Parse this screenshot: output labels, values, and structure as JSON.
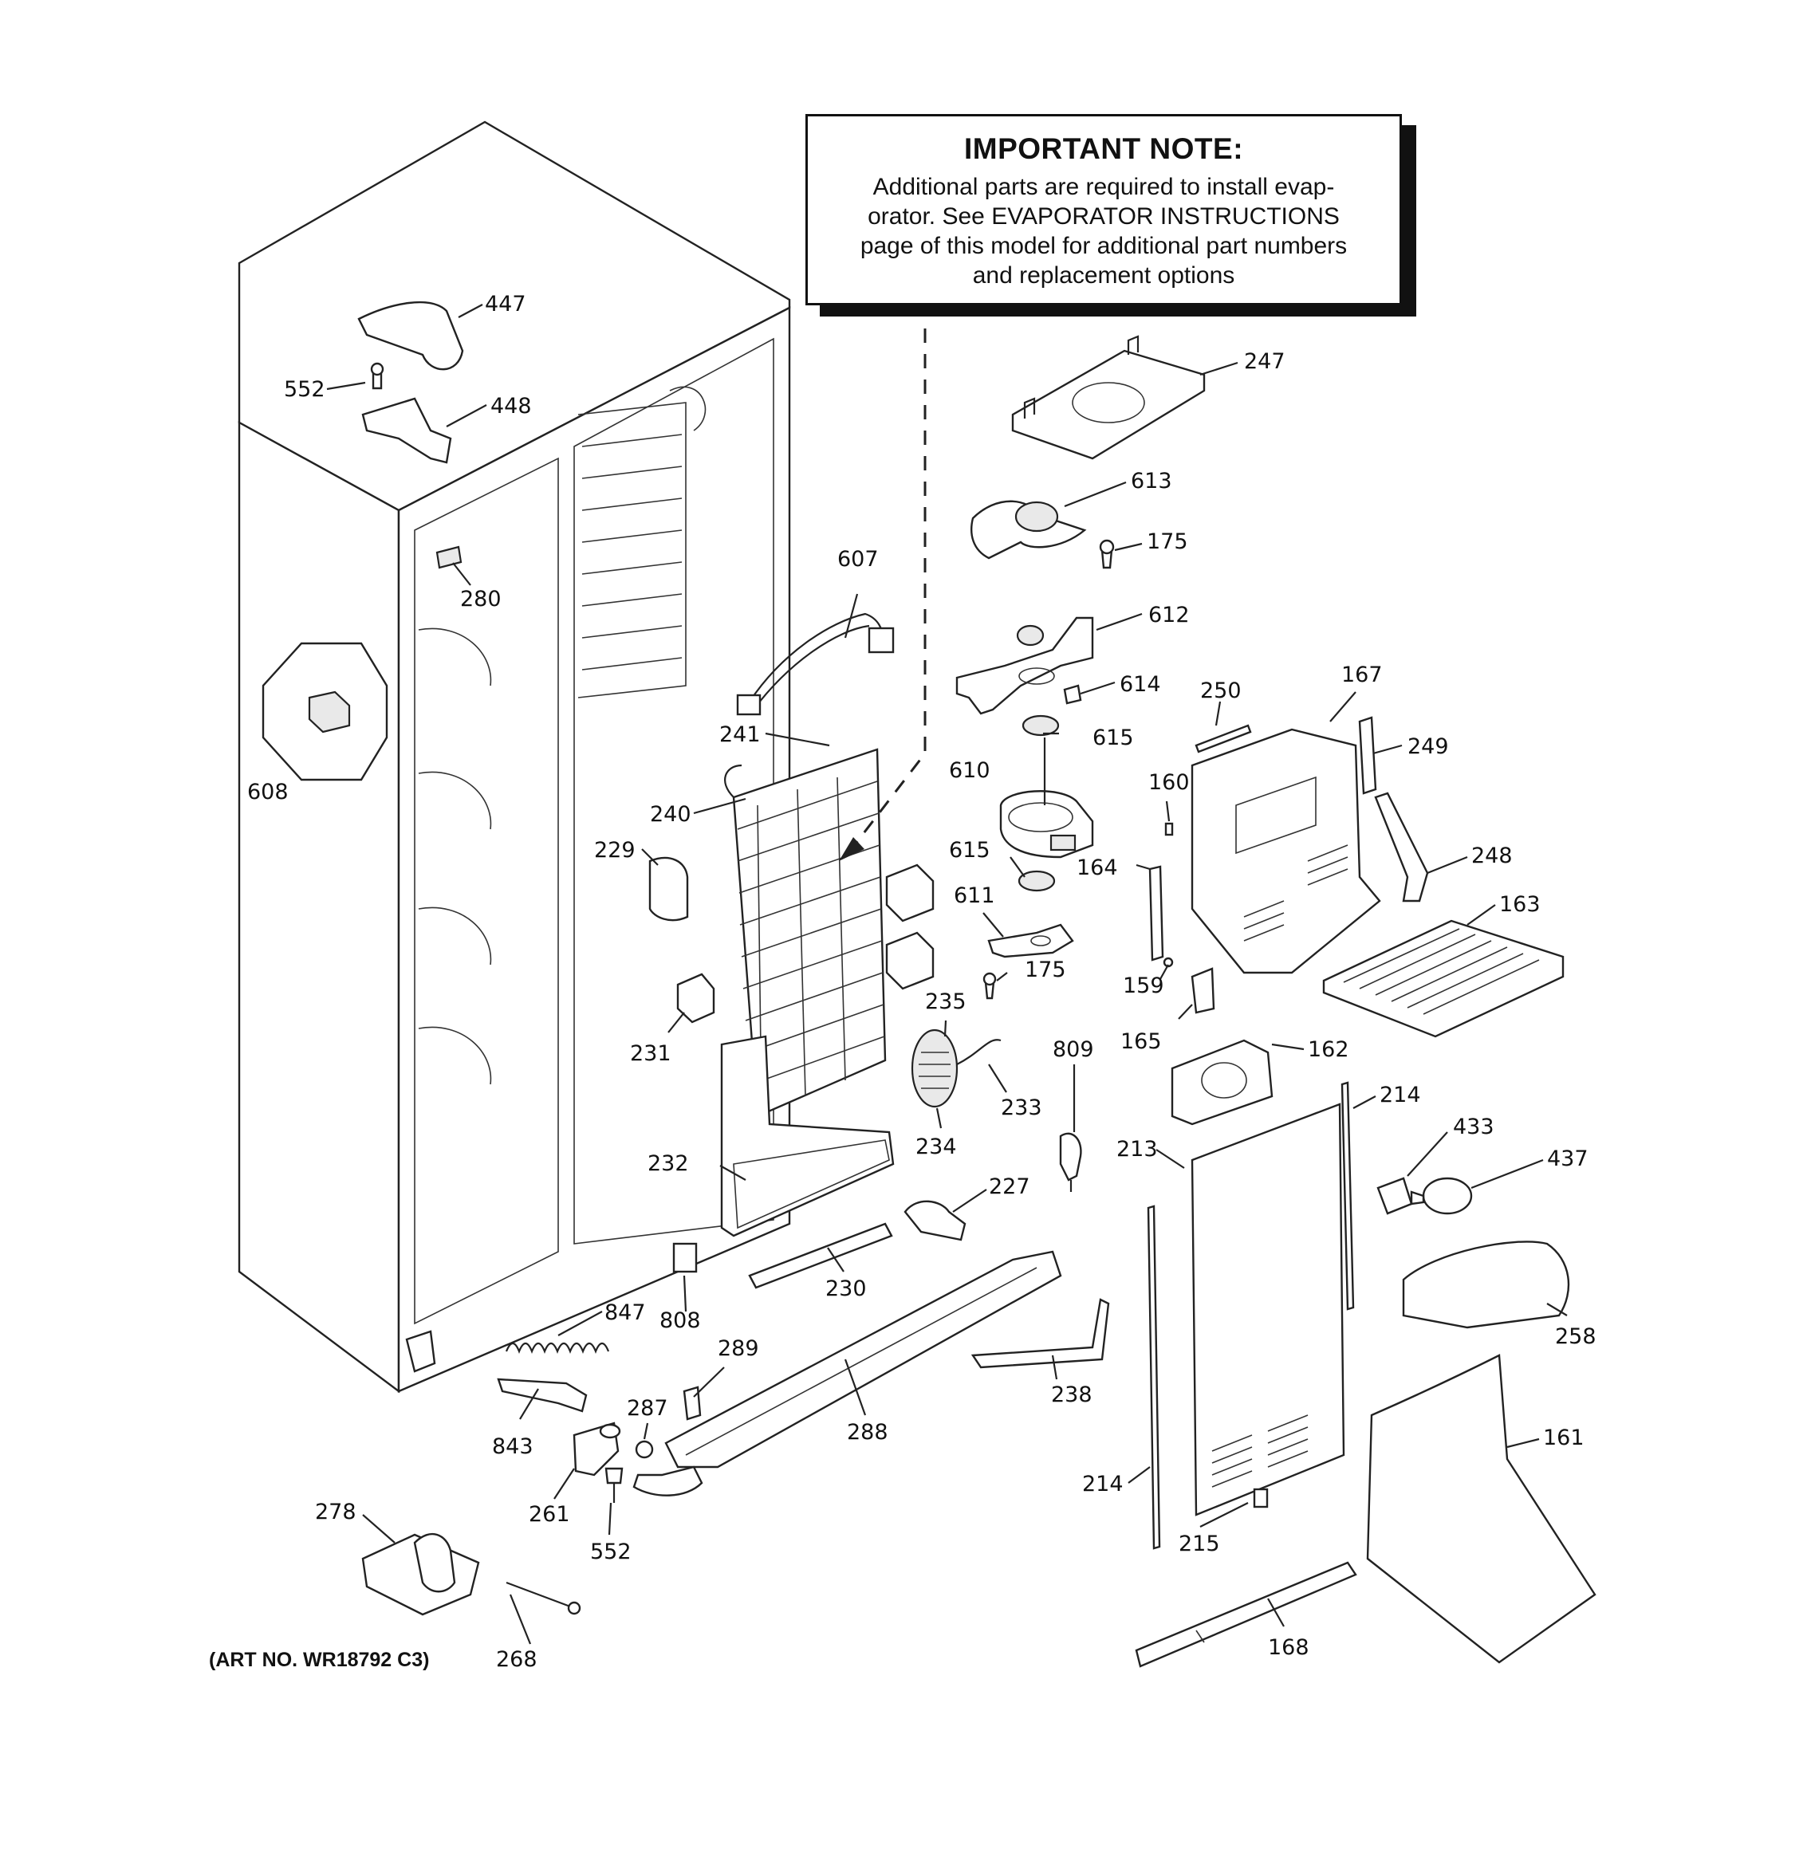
{
  "note": {
    "title": "IMPORTANT NOTE:",
    "lines": [
      "Additional parts are required to install evap-",
      "orator.  See EVAPORATOR INSTRUCTIONS",
      "page of this model for additional part numbers",
      "and replacement options"
    ]
  },
  "art_number": "(ART NO. WR18792 C3)",
  "labels": {
    "p447": "447",
    "p552a": "552",
    "p448": "448",
    "p280": "280",
    "p608": "608",
    "p607": "607",
    "p241": "241",
    "p240": "240",
    "p229": "229",
    "p231": "231",
    "p232": "232",
    "p230": "230",
    "p808": "808",
    "p847": "847",
    "p843": "843",
    "p289": "289",
    "p287": "287",
    "p261": "261",
    "p552b": "552",
    "p278": "278",
    "p268": "268",
    "p288": "288",
    "p238": "238",
    "p227": "227",
    "p235": "235",
    "p233": "233",
    "p234": "234",
    "p809": "809",
    "p175a": "175",
    "p175b": "175",
    "p611": "611",
    "p615a": "615",
    "p615b": "615",
    "p610": "610",
    "p614": "614",
    "p612": "612",
    "p613": "613",
    "p247": "247",
    "p250": "250",
    "p167": "167",
    "p249": "249",
    "p160": "160",
    "p164": "164",
    "p248": "248",
    "p163": "163",
    "p159": "159",
    "p165": "165",
    "p162": "162",
    "p214a": "214",
    "p213": "213",
    "p433": "433",
    "p437": "437",
    "p258": "258",
    "p161": "161",
    "p214b": "214",
    "p215": "215",
    "p168": "168"
  }
}
